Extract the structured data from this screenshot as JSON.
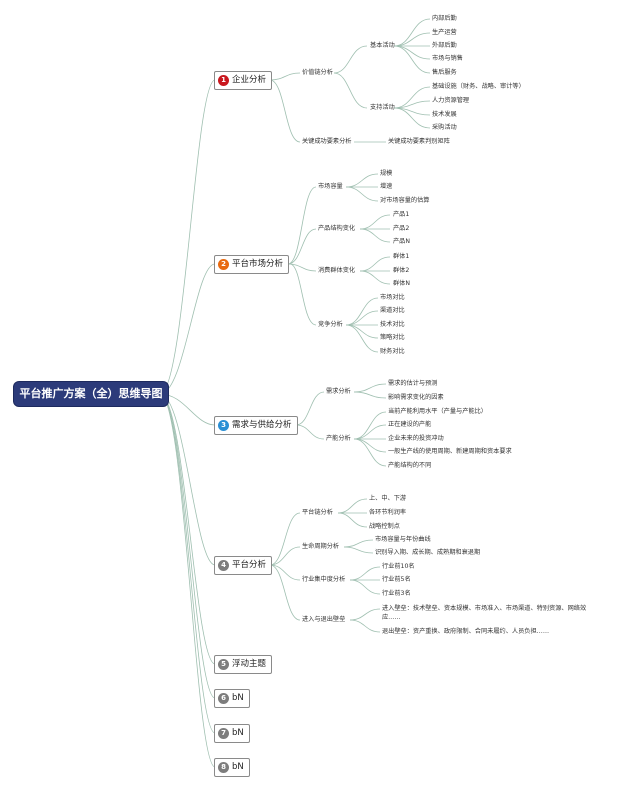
{
  "title": "平台推广方案（全）思维导图",
  "branches": [
    {
      "num": "1",
      "label": "企业分析"
    },
    {
      "num": "2",
      "label": "平台市场分析"
    },
    {
      "num": "3",
      "label": "需求与供给分析"
    },
    {
      "num": "4",
      "label": "平台分析"
    },
    {
      "num": "5",
      "label": "浮动主题"
    },
    {
      "num": "6",
      "label": "bN"
    },
    {
      "num": "7",
      "label": "bN"
    },
    {
      "num": "8",
      "label": "bN"
    }
  ],
  "b1": {
    "value_chain": "价值链分析",
    "basic": "基本活动",
    "basic_items": [
      "内部后勤",
      "生产运营",
      "外部后勤",
      "市场与销售",
      "售后服务"
    ],
    "support": "支持活动",
    "support_items": [
      "基础设施（财务、战略、审计等）",
      "人力资源管理",
      "技术发展",
      "采购活动"
    ],
    "ksf": "关键成功要素分析",
    "ksf_item": "关键成功要素判别矩阵"
  },
  "b2": {
    "capacity": "市场容量",
    "capacity_items": [
      "规模",
      "增速",
      "对市场容量的估算"
    ],
    "product": "产品结构变化",
    "product_items": [
      "产品1",
      "产品2",
      "产品N"
    ],
    "consumer": "消费群体变化",
    "consumer_items": [
      "群体1",
      "群体2",
      "群体N"
    ],
    "competition": "竞争分析",
    "competition_items": [
      "市场对比",
      "渠道对比",
      "技术对比",
      "策略对比",
      "财务对比"
    ]
  },
  "b3": {
    "demand": "需求分析",
    "demand_items": [
      "需求的估计与预测",
      "影响需求变化的因素"
    ],
    "capacity": "产能分析",
    "capacity_items": [
      "当前产能利用水平（产量与产能比）",
      "正在建设的产能",
      "企业未来的投资冲动",
      "一般生产线的使用周期、新建周期和资本要求",
      "产能结构的不同"
    ]
  },
  "b4": {
    "chain": "平台链分析",
    "chain_items": [
      "上、中、下游",
      "各环节利润率",
      "战略控制点"
    ],
    "lifecycle": "生命周期分析",
    "lifecycle_items": [
      "市场容量与年份曲线",
      "识别导入期、成长期、成熟期和衰退期"
    ],
    "concentration": "行业集中度分析",
    "concentration_items": [
      "行业前10名",
      "行业前5名",
      "行业前3名"
    ],
    "barrier": "进入与退出壁垒",
    "barrier_items": [
      "进入壁垒：技术壁垒、资本规模、市场准入、市场渠道、特别资源、网络效",
      "应……",
      "退出壁垒：资产重换、政府限制、合同未履约、人员负担……"
    ]
  }
}
